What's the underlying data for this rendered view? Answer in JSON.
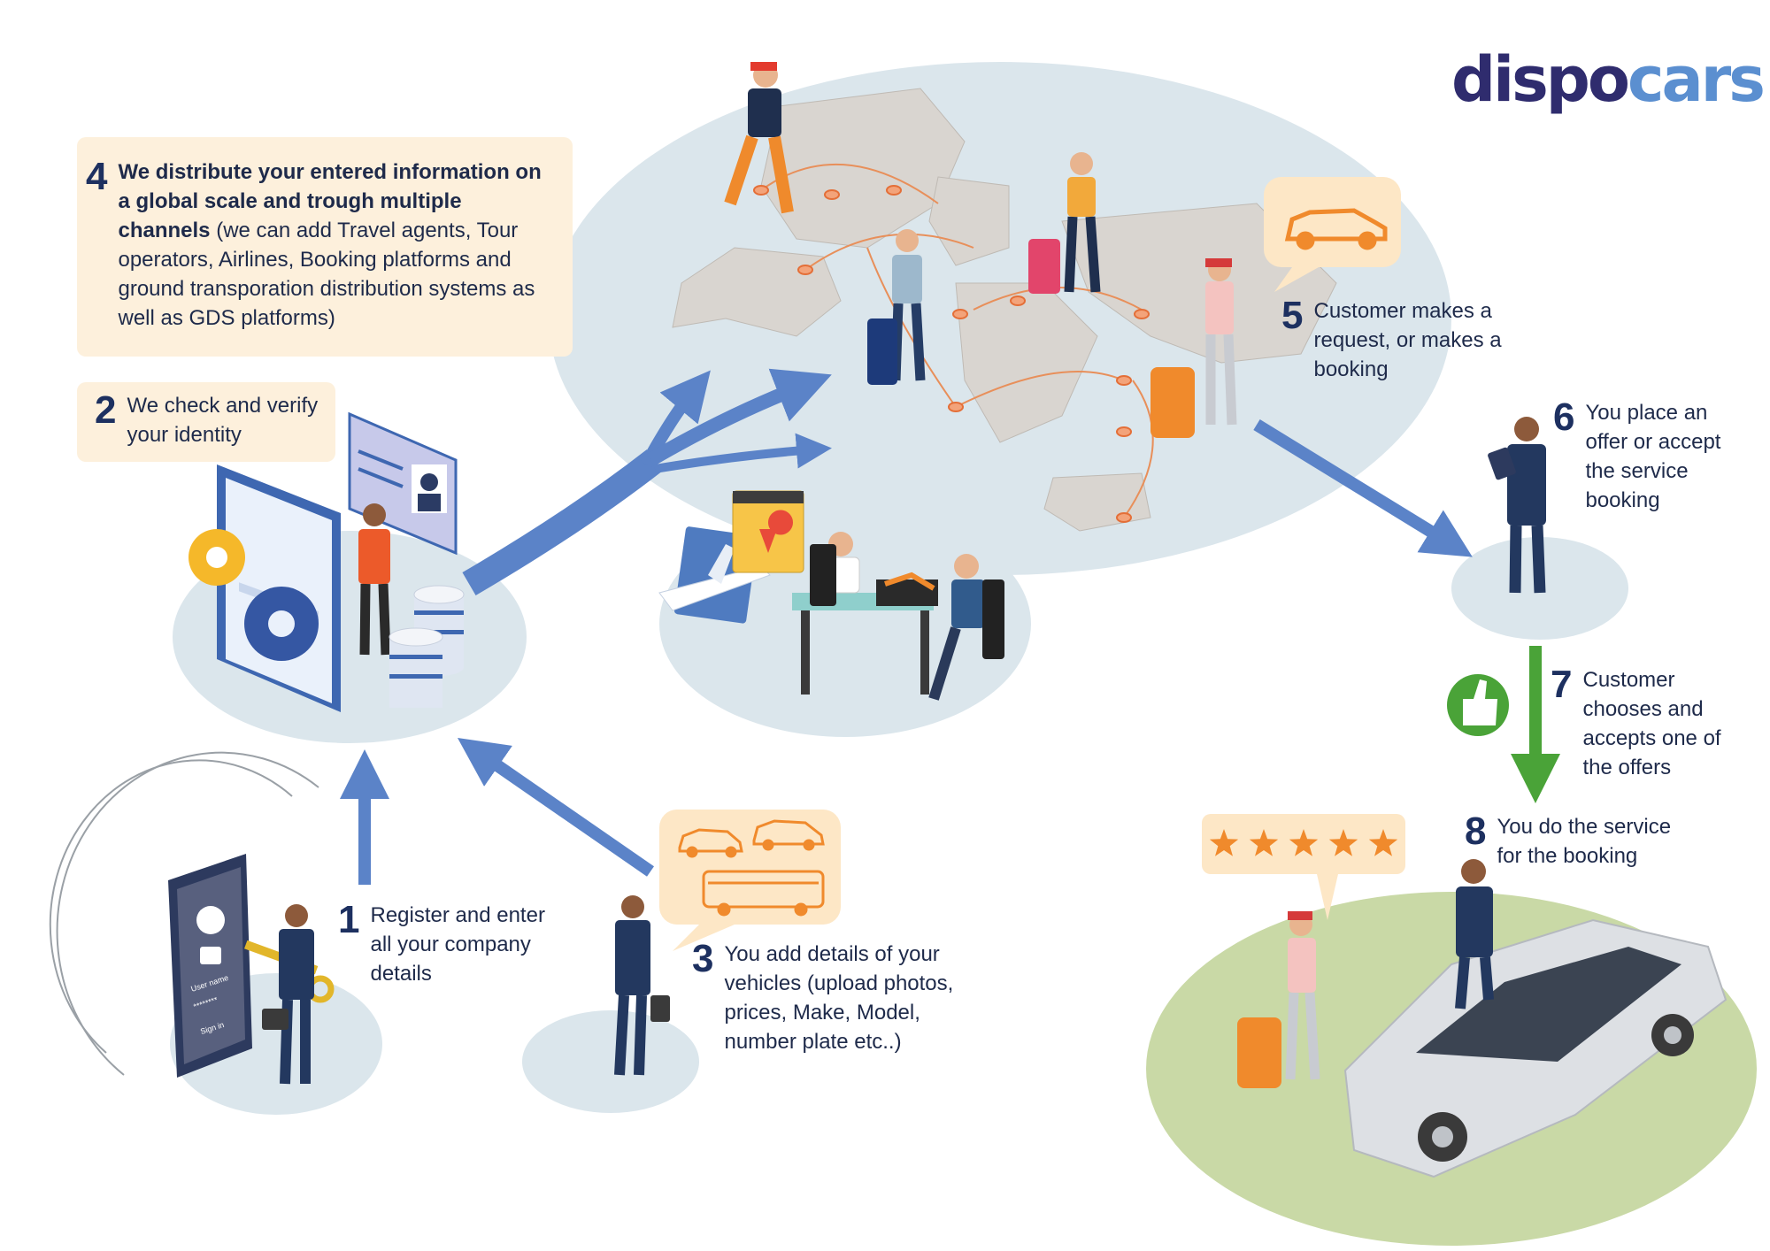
{
  "logo": {
    "part1": "dispo",
    "part2": "cars"
  },
  "colors": {
    "accent_blue": "#5b83c8",
    "navy": "#1d3060",
    "green": "#4aa338",
    "orange": "#f08a2c",
    "box_bg": "#fdf0dc",
    "ellipse": "#dbe6ec",
    "grass": "#c9d9a6"
  },
  "steps": [
    {
      "num": "1",
      "text": "Register and enter all your company details"
    },
    {
      "num": "2",
      "text": "We check and verify your identity"
    },
    {
      "num": "3",
      "text": "You add details of your vehicles  (upload photos, prices, Make, Model, number plate etc..)"
    },
    {
      "num": "4",
      "bold": "We distribute your entered information on a global scale and trough multiple channels",
      "text": " (we can add Travel agents, Tour operators, Airlines, Booking platforms and ground transporation distribution systems as well as GDS platforms)"
    },
    {
      "num": "5",
      "text": "Customer makes a request, or makes a booking"
    },
    {
      "num": "6",
      "text": "You place an offer or accept the service booking"
    },
    {
      "num": "7",
      "text": "Customer chooses and accepts one of the offers"
    },
    {
      "num": "8",
      "text": "You do the service for the booking"
    }
  ],
  "icons": [
    "phone-login-icon",
    "key-icon",
    "gear-icon",
    "id-card-icon",
    "database-icon",
    "car-icon",
    "bus-icon",
    "world-map-icon",
    "plane-icon",
    "map-pin-icon",
    "thumbs-up-icon",
    "star-icon",
    "limousine-icon"
  ],
  "phone": {
    "field1": "User name",
    "field2": "********",
    "button": "Sign in"
  },
  "rating": {
    "stars": 5
  }
}
